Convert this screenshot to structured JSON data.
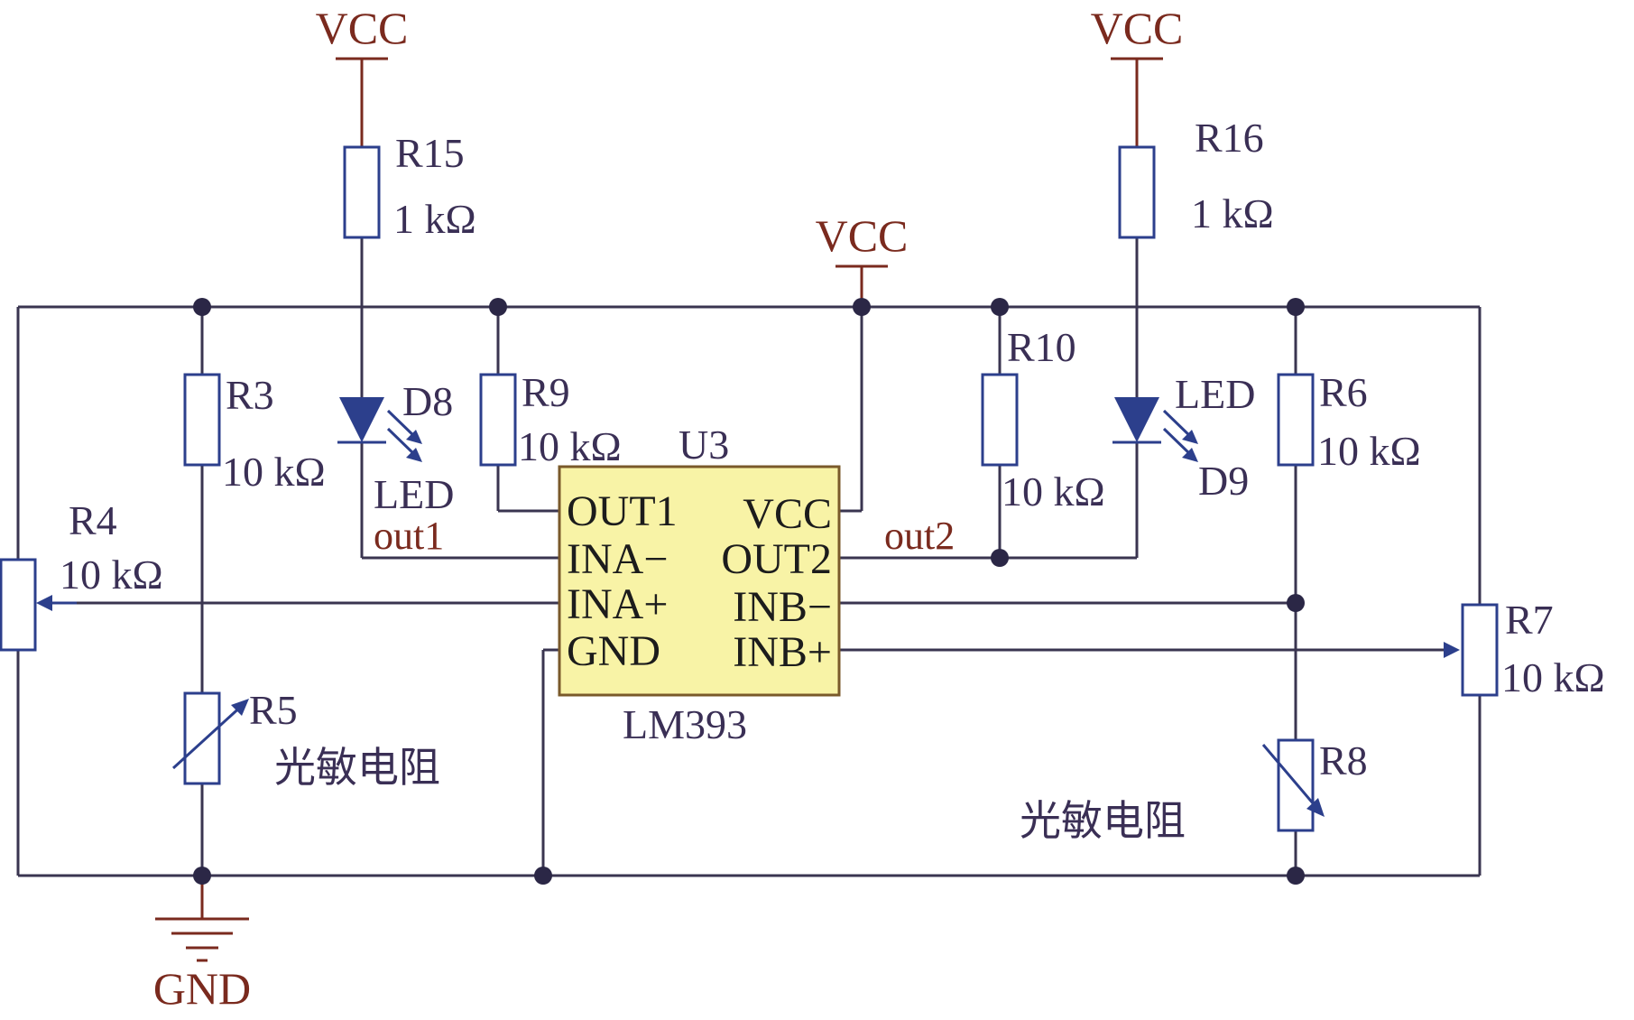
{
  "schematic": {
    "power": {
      "vcc": "VCC",
      "gnd": "GND"
    },
    "ic": {
      "ref": "U3",
      "part": "LM393",
      "pins_left": [
        "OUT1",
        "INA−",
        "INA+",
        "GND"
      ],
      "pins_right": [
        "VCC",
        "OUT2",
        "INB−",
        "INB+"
      ],
      "fill_color": "#f8f3a6"
    },
    "nets": {
      "out1": "out1",
      "out2": "out2"
    },
    "components": {
      "r15": {
        "ref": "R15",
        "value": "1 kΩ"
      },
      "r16": {
        "ref": "R16",
        "value": "1 kΩ"
      },
      "r3": {
        "ref": "R3",
        "value": "10 kΩ"
      },
      "r9": {
        "ref": "R9",
        "value": "10 kΩ"
      },
      "r10": {
        "ref": "R10",
        "value": "10 kΩ"
      },
      "r6": {
        "ref": "R6",
        "value": "10 kΩ"
      },
      "r4": {
        "ref": "R4",
        "value": "10 kΩ"
      },
      "r7": {
        "ref": "R7",
        "value": "10 kΩ"
      },
      "r5": {
        "ref": "R5",
        "desc": "光敏电阻"
      },
      "r8": {
        "ref": "R8",
        "desc": "光敏电阻"
      },
      "d8": {
        "ref": "D8",
        "type": "LED"
      },
      "d9": {
        "ref": "D9",
        "type": "LED"
      }
    },
    "colors": {
      "wire": "#3a3550",
      "component": "#2c3f8c",
      "power_label": "#7a2a1e"
    }
  }
}
